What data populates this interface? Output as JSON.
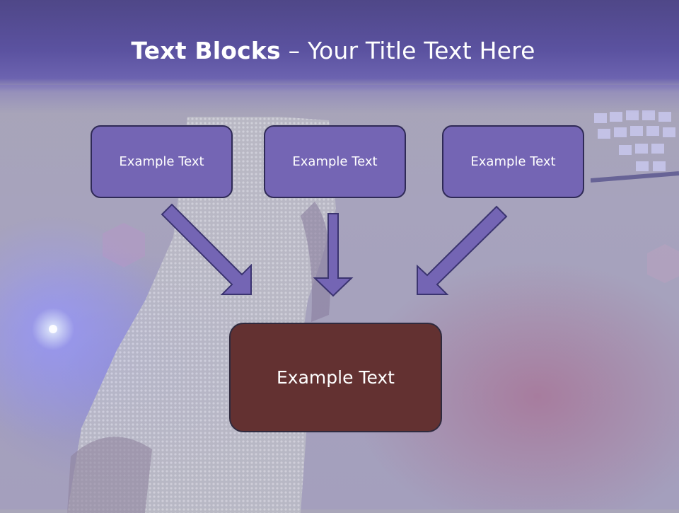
{
  "slide": {
    "title_bold": "Text Blocks",
    "title_dash": " – ",
    "title_rest": "Your Title Text Here"
  },
  "blocks": {
    "top_left": "Example Text",
    "top_center": "Example Text",
    "top_right": "Example Text",
    "bottom_center": "Example Text"
  },
  "colors": {
    "header": "#5b52a0",
    "top_box_fill": "#7465b4",
    "bottom_box_fill": "#633131",
    "arrow_fill": "#7465b4",
    "border": "#2f2a56"
  }
}
